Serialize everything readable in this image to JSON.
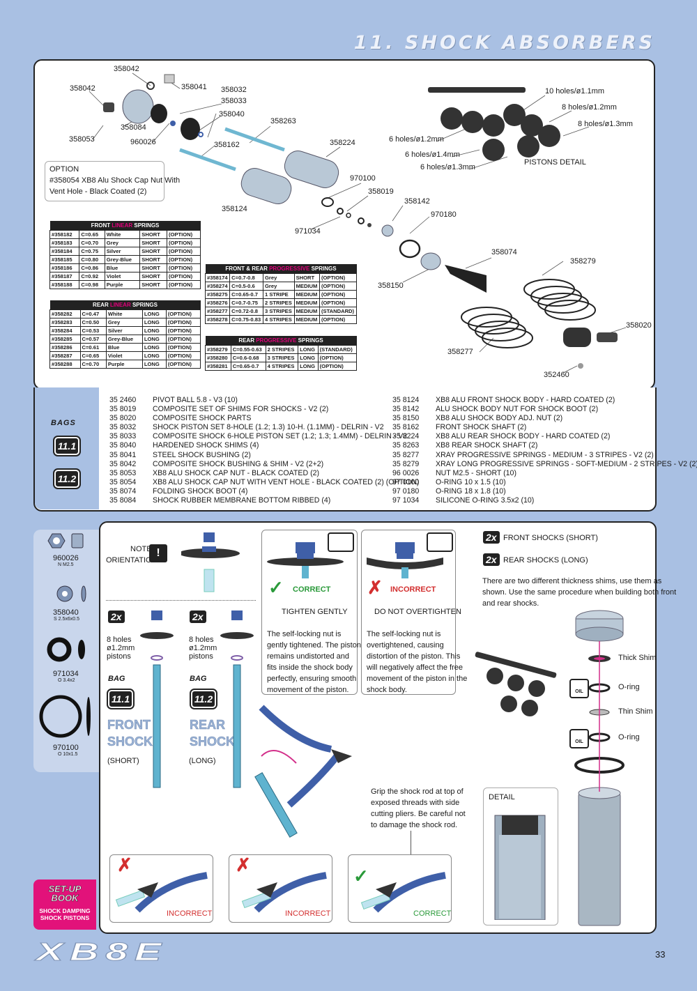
{
  "page": {
    "title": "11. SHOCK ABSORBERS",
    "number": "33",
    "logo": "XB8E"
  },
  "callouts": [
    {
      "id": "c1",
      "text": "358042"
    },
    {
      "id": "c2",
      "text": "358042"
    },
    {
      "id": "c3",
      "text": "358041"
    },
    {
      "id": "c4",
      "text": "358032"
    },
    {
      "id": "c5",
      "text": "358033"
    },
    {
      "id": "c6",
      "text": "358040"
    },
    {
      "id": "c7",
      "text": "358084"
    },
    {
      "id": "c8",
      "text": "960026"
    },
    {
      "id": "c9",
      "text": "358053"
    },
    {
      "id": "c10",
      "text": "358263"
    },
    {
      "id": "c11",
      "text": "358162"
    },
    {
      "id": "c12",
      "text": "358224"
    },
    {
      "id": "c13",
      "text": "970100"
    },
    {
      "id": "c14",
      "text": "358019"
    },
    {
      "id": "c15",
      "text": "358142"
    },
    {
      "id": "c16",
      "text": "970180"
    },
    {
      "id": "c17",
      "text": "971034"
    },
    {
      "id": "c18",
      "text": "358124"
    },
    {
      "id": "c19",
      "text": "358074"
    },
    {
      "id": "c20",
      "text": "358279"
    },
    {
      "id": "c21",
      "text": "358150"
    },
    {
      "id": "c22",
      "text": "358020"
    },
    {
      "id": "c23",
      "text": "358277"
    },
    {
      "id": "c24",
      "text": "352460"
    },
    {
      "id": "c25",
      "text": "10 holes/ø1.1mm"
    },
    {
      "id": "c26",
      "text": "8 holes/ø1.2mm"
    },
    {
      "id": "c27",
      "text": "8 holes/ø1.3mm"
    },
    {
      "id": "c28",
      "text": "6 holes/ø1.2mm"
    },
    {
      "id": "c29",
      "text": "6 holes/ø1.4mm"
    },
    {
      "id": "c30",
      "text": "6 holes/ø1.3mm"
    },
    {
      "id": "c31",
      "text": "PISTONS DETAIL"
    }
  ],
  "option": {
    "head": "OPTION",
    "line1": "#358054 XB8 Alu Shock Cap Nut With",
    "line2": "Vent Hole - Black Coated (2)"
  },
  "tables": {
    "front_linear": {
      "h1": "FRONT ",
      "h2": "LINEAR",
      "h3": " SPRINGS",
      "rows": [
        [
          "#358182",
          "C=0.65",
          "White",
          "SHORT",
          "(OPTION)"
        ],
        [
          "#358183",
          "C=0.70",
          "Grey",
          "SHORT",
          "(OPTION)"
        ],
        [
          "#358184",
          "C=0.75",
          "Silver",
          "SHORT",
          "(OPTION)"
        ],
        [
          "#358185",
          "C=0.80",
          "Grey-Blue",
          "SHORT",
          "(OPTION)"
        ],
        [
          "#358186",
          "C=0.86",
          "Blue",
          "SHORT",
          "(OPTION)"
        ],
        [
          "#358187",
          "C=0.92",
          "Violet",
          "SHORT",
          "(OPTION)"
        ],
        [
          "#358188",
          "C=0.98",
          "Purple",
          "SHORT",
          "(OPTION)"
        ]
      ]
    },
    "rear_linear": {
      "h1": "REAR ",
      "h2": "LINEAR",
      "h3": " SPRINGS",
      "rows": [
        [
          "#358282",
          "C=0.47",
          "White",
          "LONG",
          "(OPTION)"
        ],
        [
          "#358283",
          "C=0.50",
          "Grey",
          "LONG",
          "(OPTION)"
        ],
        [
          "#358284",
          "C=0.53",
          "Silver",
          "LONG",
          "(OPTION)"
        ],
        [
          "#358285",
          "C=0.57",
          "Grey-Blue",
          "LONG",
          "(OPTION)"
        ],
        [
          "#358286",
          "C=0.61",
          "Blue",
          "LONG",
          "(OPTION)"
        ],
        [
          "#358287",
          "C=0.65",
          "Violet",
          "LONG",
          "(OPTION)"
        ],
        [
          "#358288",
          "C=0.70",
          "Purple",
          "LONG",
          "(OPTION)"
        ]
      ]
    },
    "fr_progressive": {
      "h1": "FRONT & REAR ",
      "h2": "PROGRESSIVE",
      "h3": " SPRINGS",
      "rows": [
        [
          "#358174",
          "C=0.7-0.8",
          "Grey",
          "SHORT",
          "(OPTION)"
        ],
        [
          "#358274",
          "C=0.5-0.6",
          "Grey",
          "MEDIUM",
          "(OPTION)"
        ],
        [
          "#358275",
          "C=0.65-0.7",
          "1 STRIPE",
          "MEDIUM",
          "(OPTION)"
        ],
        [
          "#358276",
          "C=0.7-0.75",
          "2 STRIPES",
          "MEDIUM",
          "(OPTION)"
        ],
        [
          "#358277",
          "C=0.72-0.8",
          "3 STRIPES",
          "MEDIUM",
          "(STANDARD)"
        ],
        [
          "#358278",
          "C=0.75-0.83",
          "4 STRIPES",
          "MEDIUM",
          "(OPTION)"
        ]
      ]
    },
    "rear_progressive": {
      "h1": "REAR ",
      "h2": "PROGRESSIVE",
      "h3": " SPRINGS",
      "rows": [
        [
          "#358279",
          "C=0.55-0.63",
          "2 STRIPES",
          "LONG",
          "(STANDARD)"
        ],
        [
          "#358280",
          "C=0.6-0.68",
          "3 STRIPES",
          "LONG",
          "(OPTION)"
        ],
        [
          "#358281",
          "C=0.65-0.7",
          "4 STRIPES",
          "LONG",
          "(OPTION)"
        ]
      ]
    }
  },
  "bags": {
    "label": "BAGS",
    "b1": "11.1",
    "b2": "11.2"
  },
  "parts_left": [
    [
      "35 2460",
      "PIVOT BALL 5.8 - V3 (10)"
    ],
    [
      "35 8019",
      "COMPOSITE SET OF SHIMS FOR SHOCKS - V2 (2)"
    ],
    [
      "35 8020",
      "COMPOSITE SHOCK PARTS"
    ],
    [
      "35 8032",
      "SHOCK PISTON SET 8-HOLE (1.2; 1.3) 10-H. (1.1MM) - DELRIN - V2"
    ],
    [
      "35 8033",
      "COMPOSITE SHOCK 6-HOLE PISTON SET (1.2; 1.3; 1.4MM) - DELRIN - V2"
    ],
    [
      "35 8040",
      "HARDENED SHOCK SHIMS (4)"
    ],
    [
      "35 8041",
      "STEEL SHOCK BUSHING (2)"
    ],
    [
      "35 8042",
      "COMPOSITE SHOCK BUSHING & SHIM - V2 (2+2)"
    ],
    [
      "35 8053",
      "XB8 ALU SHOCK CAP NUT - BLACK COATED (2)"
    ],
    [
      "35 8054",
      "XB8 ALU SHOCK CAP NUT WITH VENT HOLE - BLACK COATED (2) (OPTION)"
    ],
    [
      "35 8074",
      "FOLDING SHOCK BOOT (4)"
    ],
    [
      "35 8084",
      "SHOCK RUBBER MEMBRANE BOTTOM RIBBED (4)"
    ]
  ],
  "parts_right": [
    [
      "35 8124",
      "XB8 ALU FRONT SHOCK BODY - HARD COATED (2)"
    ],
    [
      "35 8142",
      "ALU SHOCK BODY NUT FOR SHOCK BOOT (2)"
    ],
    [
      "35 8150",
      "XB8 ALU SHOCK BODY ADJ. NUT (2)"
    ],
    [
      "35 8162",
      "FRONT SHOCK SHAFT (2)"
    ],
    [
      "35 8224",
      "XB8 ALU REAR SHOCK BODY - HARD COATED (2)"
    ],
    [
      "35 8263",
      "XB8 REAR SHOCK SHAFT (2)"
    ],
    [
      "35 8277",
      "XRAY PROGRESSIVE SPRINGS - MEDIUM - 3 STRIPES - V2 (2)"
    ],
    [
      "35 8279",
      "XRAY LONG PROGRESSIVE SPRINGS - SOFT-MEDIUM - 2 STRIPES - V2 (2)"
    ],
    [
      "96 0026",
      "NUT M2.5 - SHORT (10)"
    ],
    [
      "97 0100",
      "O-RING 10 x 1.5  (10)"
    ],
    [
      "97 0180",
      "O-RING 18 x 1.8  (10)"
    ],
    [
      "97 1034",
      "SILICONE O-RING 3.5x2 (10)"
    ]
  ],
  "sidebar": [
    {
      "code": "960026",
      "sub": "N M2.5"
    },
    {
      "code": "358040",
      "sub": "S 2.5x6x0.5"
    },
    {
      "code": "971034",
      "sub": "O 3.4x2"
    },
    {
      "code": "970100",
      "sub": "O 10x1.5"
    }
  ],
  "assembly": {
    "note": "NOTE",
    "orientation": "ORIENTATION",
    "correct": "CORRECT",
    "incorrect": "INCORRECT",
    "tighten": "TIGHTEN GENTLY",
    "overtighten": "DO NOT OVERTIGHTEN",
    "correct_text": [
      "The self-locking nut is",
      "gently tightened. The piston",
      "remains undistorted and",
      "fits inside the shock body",
      "perfectly, ensuring smooth",
      "movement of the piston."
    ],
    "incorrect_text": [
      "The self-locking nut is",
      "overtightened, causing",
      "distortion of the piston. This",
      "will negatively affect the free",
      "movement of the piston in the",
      "shock body."
    ],
    "qty": "2x",
    "front_shocks": "FRONT SHOCKS (SHORT)",
    "rear_shocks": "REAR SHOCKS (LONG)",
    "shims_text": [
      "There are two different thickness shims, use them as",
      "shown. Use the same procedure when building both front",
      "and rear shocks."
    ],
    "holes": "8 holes",
    "dia": "ø1.2mm",
    "pistons": "pistons",
    "bag": "BAG",
    "bag1": "11.1",
    "bag2": "11.2",
    "front": "FRONT",
    "rear": "REAR",
    "shock": "SHOCK",
    "short": "(SHORT)",
    "long": "(LONG)",
    "grip_text": [
      "Grip the shock rod at top of",
      "exposed threads with side",
      "cutting pliers. Be careful not",
      "to damage the shock rod."
    ],
    "detail": "DETAIL",
    "thick_shim": "Thick Shim",
    "oring": "O-ring",
    "thin_shim": "Thin Shim",
    "oil": "OIL",
    "setup1": "SET-UP",
    "setup2": "BOOK",
    "setup3": "SHOCK DAMPING",
    "setup4": "SHOCK PISTONS"
  }
}
